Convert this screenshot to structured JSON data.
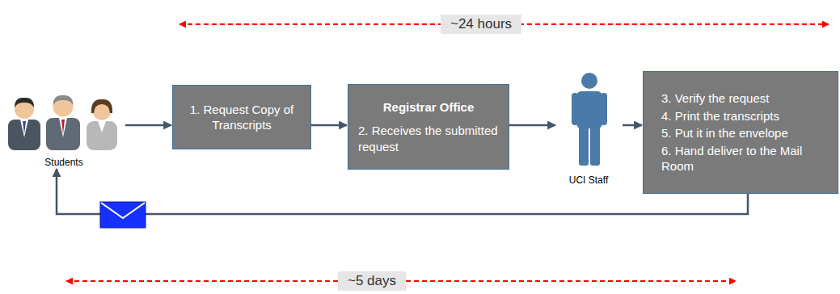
{
  "diagram": {
    "nodes": [
      {
        "text": [
          "Students"
        ]
      },
      {
        "text": [
          "1. Request Copy of Transcripts"
        ]
      },
      {
        "text": [
          "Registrar Office",
          "2. Receives the submitted request"
        ]
      },
      {
        "text": [
          "UCI Staff"
        ]
      },
      {
        "text": [
          "3. Verify the request",
          "4. Print the transcripts",
          "5. Put it in the envelope",
          "6. Hand deliver to the Mail Room"
        ]
      }
    ],
    "edges": [
      {
        "from": 0,
        "to": 1,
        "arrow": "to"
      },
      {
        "from": 1,
        "to": 2,
        "arrow": "to"
      },
      {
        "from": 2,
        "to": 3,
        "arrow": "to"
      },
      {
        "from": 3,
        "to": 4,
        "arrow": "to"
      },
      {
        "from": 4,
        "to": 0,
        "arrow": "to"
      }
    ],
    "labels": [
      "~24 hours",
      "~5 days"
    ]
  }
}
